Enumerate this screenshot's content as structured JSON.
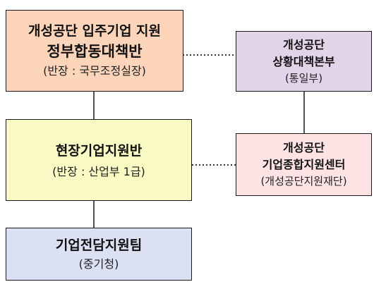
{
  "boxes": {
    "joint_task_force": {
      "line1": "개성공단 입주기업 지원",
      "line2": "정부합동대책반",
      "sub": "(반장 : 국무조정실장)",
      "fill": "#fbd4b9"
    },
    "field_support": {
      "title": "현장기업지원반",
      "sub": "(반장 : 산업부 1급)",
      "fill": "#f9f9c3"
    },
    "dedicated_team": {
      "title": "기업전담지원팀",
      "sub": "(중기청)",
      "fill": "#dbe1f3"
    },
    "situation_hq": {
      "line1": "개성공단",
      "line2": "상황대책본부",
      "sub": "(통일부)",
      "fill": "#e3d3e8"
    },
    "integrated_center": {
      "line1": "개성공단",
      "line2": "기업종합지원센터",
      "sub": "(개성공단지원재단)",
      "fill": "#fde3e3"
    }
  },
  "colors": {
    "border": "#1a1a1a",
    "line": "#1a1a1a"
  }
}
